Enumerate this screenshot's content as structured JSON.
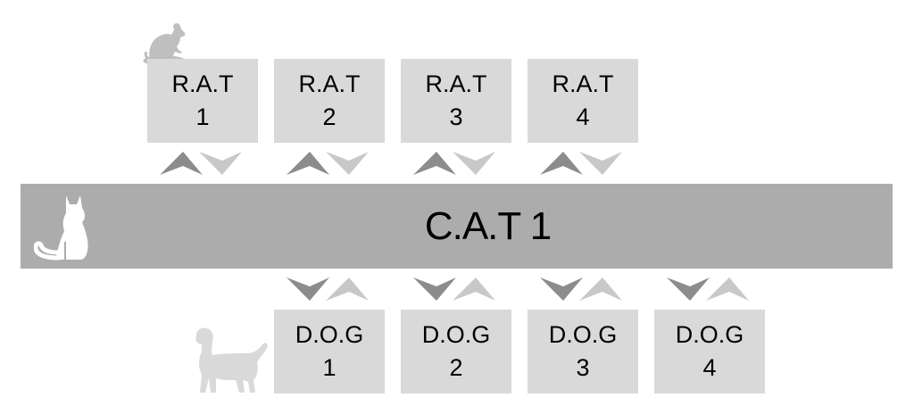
{
  "colors": {
    "background": "#ffffff",
    "box_fill": "#d9d9d9",
    "bar_fill": "#acacac",
    "arrow_dark": "#8c8c8c",
    "arrow_light": "#c8c8c8",
    "icon_on_light": "#bfbfbf",
    "icon_on_bar": "#ffffff"
  },
  "cat": {
    "label": "C.A.T 1",
    "icon": "cat-icon"
  },
  "rats": {
    "icon": "rat-icon",
    "items": [
      {
        "name": "R.A.T",
        "num": "1"
      },
      {
        "name": "R.A.T",
        "num": "2"
      },
      {
        "name": "R.A.T",
        "num": "3"
      },
      {
        "name": "R.A.T",
        "num": "4"
      }
    ]
  },
  "dogs": {
    "icon": "dog-icon",
    "items": [
      {
        "name": "D.O.G",
        "num": "1"
      },
      {
        "name": "D.O.G",
        "num": "2"
      },
      {
        "name": "D.O.G",
        "num": "3"
      },
      {
        "name": "D.O.G",
        "num": "4"
      }
    ]
  }
}
